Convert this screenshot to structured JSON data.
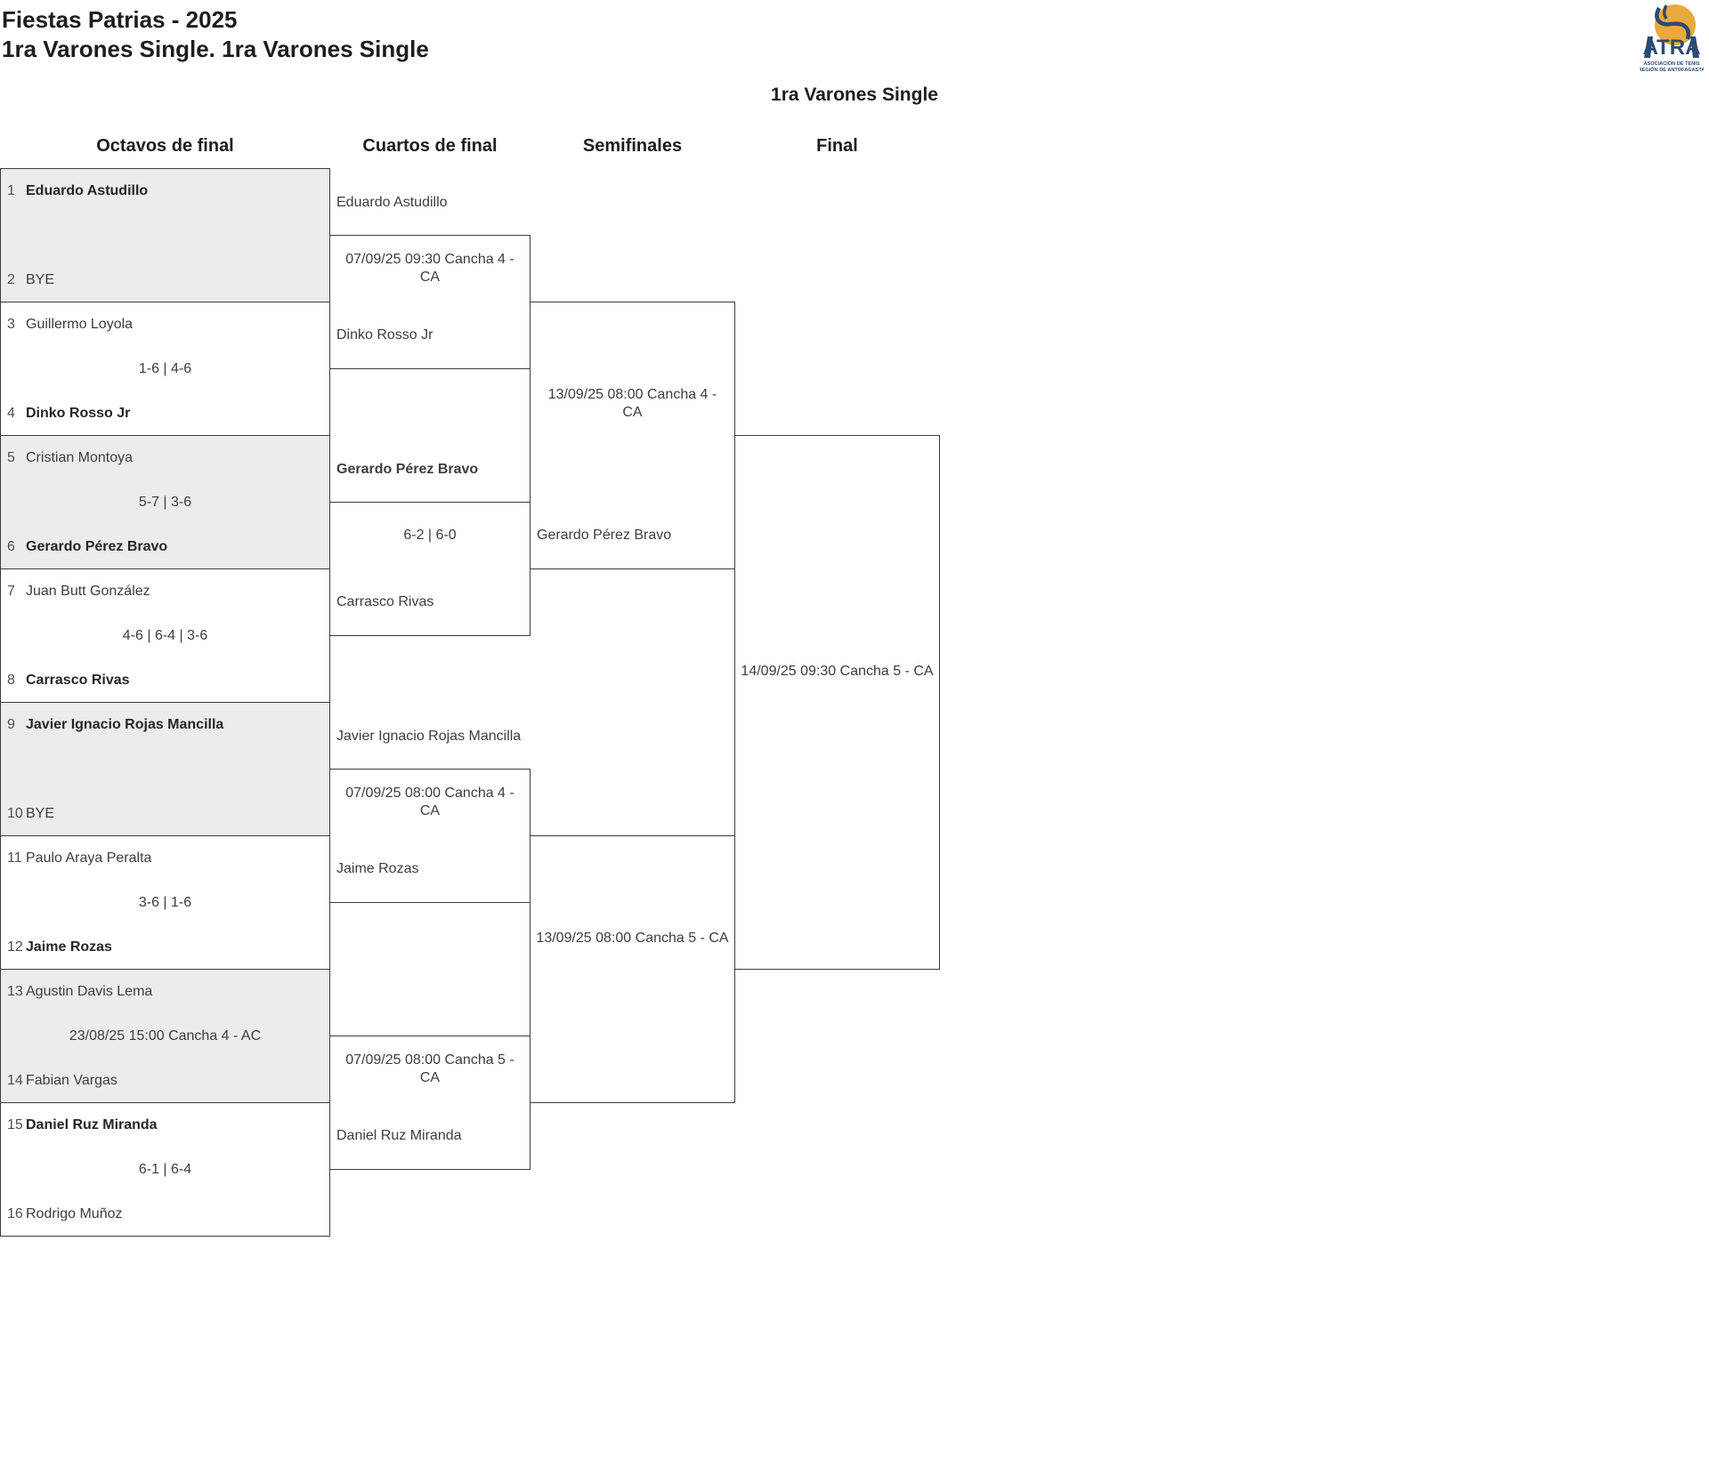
{
  "header": {
    "title": "Fiestas Patrias - 2025",
    "subtitle": "1ra Varones Single. 1ra Varones Single"
  },
  "bracket": {
    "title": "1ra Varones Single",
    "rounds": {
      "r16": "Octavos de final",
      "qf": "Cuartos de final",
      "sf": "Semifinales",
      "final": "Final"
    },
    "r16": [
      {
        "seed1": "1",
        "p1": "Eduardo Astudillo",
        "p1win": true,
        "seed2": "2",
        "p2": "BYE",
        "center": ""
      },
      {
        "seed1": "3",
        "p1": "Guillermo Loyola",
        "seed2": "4",
        "p2": "Dinko Rosso Jr",
        "p2win": true,
        "center": "1-6 | 4-6"
      },
      {
        "seed1": "5",
        "p1": "Cristian Montoya",
        "seed2": "6",
        "p2": "Gerardo Pérez Bravo",
        "p2win": true,
        "center": "5-7 | 3-6"
      },
      {
        "seed1": "7",
        "p1": "Juan Butt González",
        "seed2": "8",
        "p2": "Carrasco Rivas",
        "p2win": true,
        "center": "4-6 | 6-4 | 3-6"
      },
      {
        "seed1": "9",
        "p1": "Javier Ignacio Rojas Mancilla",
        "p1win": true,
        "seed2": "10",
        "p2": "BYE",
        "center": ""
      },
      {
        "seed1": "11",
        "p1": "Paulo Araya Peralta",
        "seed2": "12",
        "p2": "Jaime Rozas",
        "p2win": true,
        "center": "3-6 | 1-6"
      },
      {
        "seed1": "13",
        "p1": "Agustin Davis Lema",
        "seed2": "14",
        "p2": "Fabian Vargas",
        "center": "23/08/25 15:00 Cancha 4 - AC"
      },
      {
        "seed1": "15",
        "p1": "Daniel Ruz Miranda",
        "p1win": true,
        "seed2": "16",
        "p2": "Rodrigo Muñoz",
        "center": "6-1 | 6-4"
      }
    ],
    "qf": [
      {
        "top": "Eduardo Astudillo",
        "bottom": "Dinko Rosso Jr",
        "center": "07/09/25 09:30 Cancha 4 - CA"
      },
      {
        "top": "Gerardo Pérez Bravo",
        "topwin": true,
        "bottom": "Carrasco Rivas",
        "center": "6-2 | 6-0"
      },
      {
        "top": "Javier Ignacio Rojas Mancilla",
        "bottom": "Jaime Rozas",
        "center": "07/09/25 08:00 Cancha 4 - CA"
      },
      {
        "top": "",
        "bottom": "Daniel Ruz Miranda",
        "center": "07/09/25 08:00 Cancha 5 - CA"
      }
    ],
    "sf": [
      {
        "top": "",
        "bottom": "Gerardo Pérez Bravo",
        "center": "13/09/25 08:00 Cancha 4 - CA"
      },
      {
        "top": "",
        "bottom": "",
        "center": "13/09/25 08:00 Cancha 5 - CA"
      }
    ],
    "final": {
      "center": "14/09/25 09:30 Cancha 5 - CA"
    }
  },
  "logo": {
    "name": "ATRA",
    "caption1": "ASOCIACIÓN DE TENIS",
    "caption2": "REGIÓN DE ANTOFAGASTA"
  },
  "colors": {
    "navy": "#2C4B74",
    "gold": "#E9A93D",
    "box_border": "#3C3C3C",
    "alt_row_bg": "#ECECEC",
    "text": "#3D3D3D"
  }
}
